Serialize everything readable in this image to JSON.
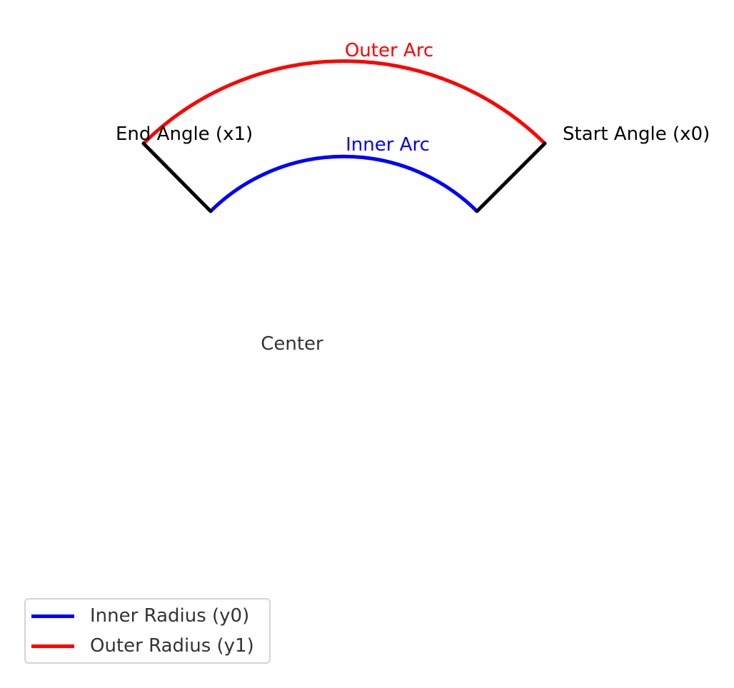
{
  "labels": {
    "outer_arc": "Outer Arc",
    "inner_arc": "Inner Arc",
    "start_angle": "Start Angle (x0)",
    "end_angle": "End Angle (x1)",
    "center": "Center"
  },
  "legend": {
    "inner_radius": "Inner Radius (y0)",
    "outer_radius": "Outer Radius (y1)"
  },
  "colors": {
    "inner": "#0000ff",
    "outer": "#ff0000",
    "edge": "#000000",
    "center_text": "#333333"
  }
}
